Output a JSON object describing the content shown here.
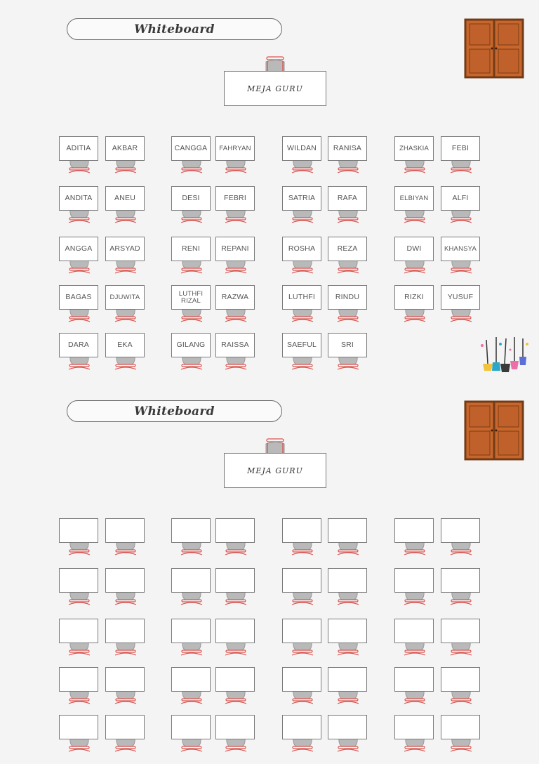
{
  "sections": [
    {
      "whiteboard_label": "Whiteboard",
      "teacher_desk_label": "MEJA GURU",
      "rows": [
        [
          "ADITIA",
          "AKBAR",
          "CANGGA",
          "FAHRYAN",
          "WILDAN",
          "RANISA",
          "ZHASKIA",
          "FEBI"
        ],
        [
          "ANDITA",
          "ANEU",
          "DESI",
          "FEBRI",
          "SATRIA",
          "RAFA",
          "ELBIYAN",
          "ALFI"
        ],
        [
          "ANGGA",
          "ARSYAD",
          "RENI",
          "REPANI",
          "ROSHA",
          "REZA",
          "DWI",
          "KHANSYA"
        ],
        [
          "BAGAS",
          "DJUWITA",
          "LUTHFI RIZAL",
          "RAZWA",
          "LUTHFI",
          "RINDU",
          "RIZKI",
          "YUSUF"
        ],
        [
          "DARA",
          "EKA",
          "GILANG",
          "RAISSA",
          "SAEFUL",
          "SRI",
          "",
          ""
        ]
      ]
    },
    {
      "whiteboard_label": "Whiteboard",
      "teacher_desk_label": "MEJA GURU",
      "rows": [
        [
          "",
          "",
          "",
          "",
          "",
          "",
          "",
          ""
        ],
        [
          "",
          "",
          "",
          "",
          "",
          "",
          "",
          ""
        ],
        [
          "",
          "",
          "",
          "",
          "",
          "",
          "",
          ""
        ],
        [
          "",
          "",
          "",
          "",
          "",
          "",
          "",
          ""
        ],
        [
          "",
          "",
          "",
          "",
          "",
          "",
          "",
          ""
        ]
      ]
    }
  ],
  "colors": {
    "door": "#c8662b",
    "chair_seat": "#b9b9b9",
    "chair_leg": "#d9534f",
    "desk_border": "#7a7a7a"
  },
  "icons": {
    "door": "double-door-icon",
    "cleaning": "cleaning-tools-icon",
    "chair": "chair-icon"
  }
}
